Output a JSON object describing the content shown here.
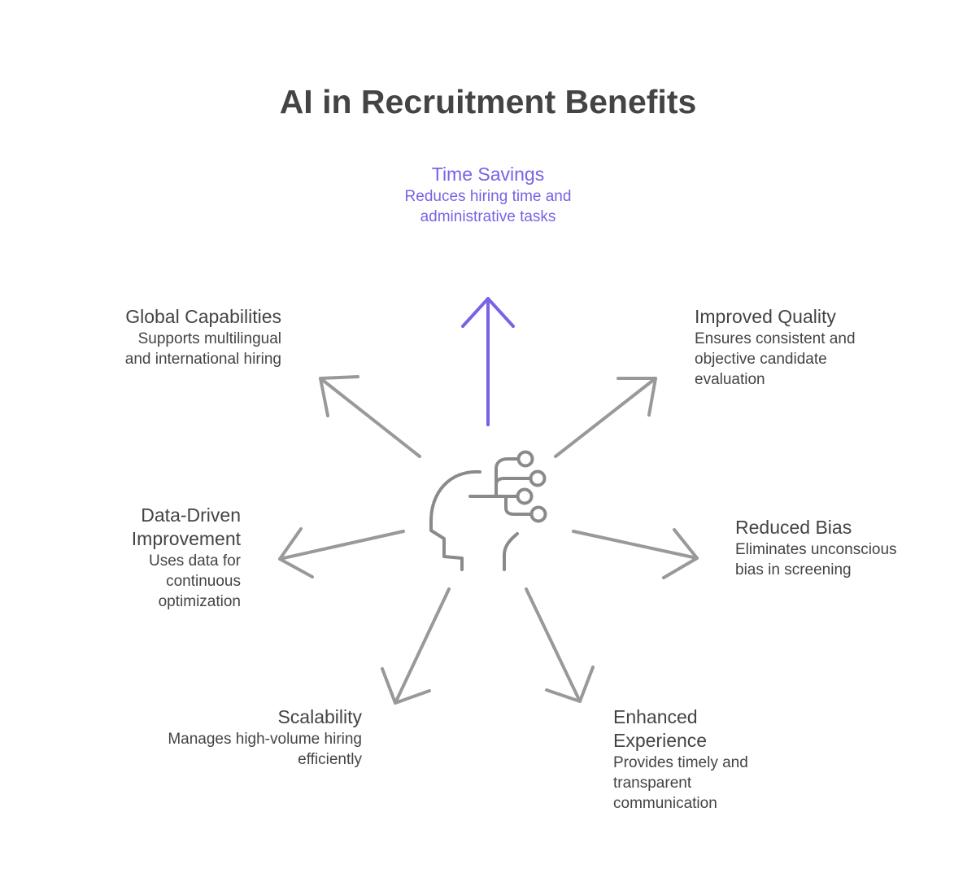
{
  "title": "AI in Recruitment Benefits",
  "colors": {
    "accent": "#7b61e6",
    "arrow": "#999999",
    "icon": "#8a8a8a",
    "text": "#444444"
  },
  "center_icon": "ai-head-circuit-icon",
  "benefits": [
    {
      "id": "time-savings",
      "title": "Time Savings",
      "description": "Reduces hiring time and administrative tasks",
      "highlighted": true
    },
    {
      "id": "improved-quality",
      "title": "Improved Quality",
      "description": "Ensures consistent and objective candidate evaluation"
    },
    {
      "id": "reduced-bias",
      "title": "Reduced Bias",
      "description": "Eliminates unconscious bias in screening"
    },
    {
      "id": "enhanced-experience",
      "title": "Enhanced Experience",
      "description": "Provides timely and transparent communication"
    },
    {
      "id": "scalability",
      "title": "Scalability",
      "description": "Manages high-volume hiring efficiently"
    },
    {
      "id": "data-driven-improvement",
      "title": "Data-Driven Improvement",
      "description": "Uses data for continuous optimization"
    },
    {
      "id": "global-capabilities",
      "title": "Global Capabilities",
      "description": "Supports multilingual and international hiring"
    }
  ]
}
